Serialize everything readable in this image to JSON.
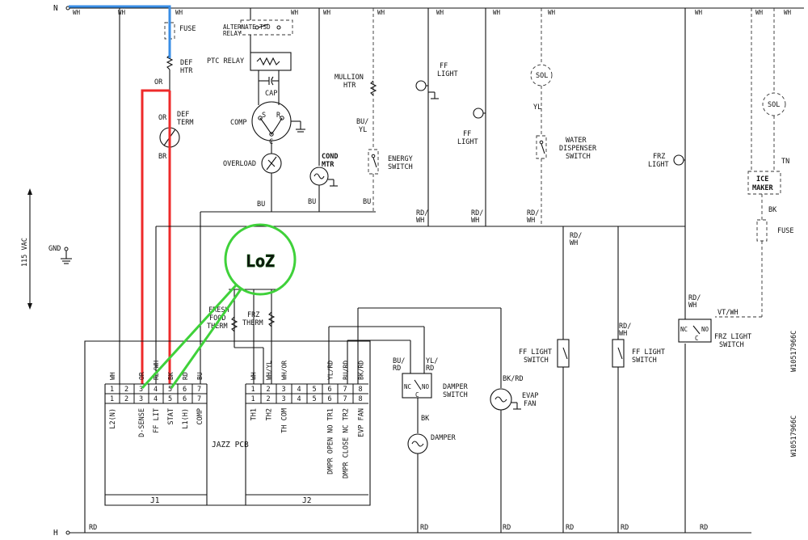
{
  "power": {
    "line_label": "N",
    "neutral_label": "H",
    "voltage_label": "115 VAC",
    "ground_label": "GND"
  },
  "top_wire_labels": [
    "WH",
    "WH",
    "WH",
    "WH",
    "WH",
    "WH",
    "WH",
    "WH",
    "WH",
    "WH",
    "WH",
    "WH"
  ],
  "components": {
    "fuse": "FUSE",
    "alt_tsd_relay": [
      "ALTERNATE TSD",
      "RELAY"
    ],
    "def_htr": [
      "DEF",
      "HTR"
    ],
    "ptc_relay": "PTC RELAY",
    "cap": "CAP",
    "comp": "COMP",
    "comp_terminals": [
      "S",
      "R",
      "C"
    ],
    "overload": "OVERLOAD",
    "def_term": [
      "DEF",
      "TERM"
    ],
    "cond_mtr": [
      "COND",
      "MTR"
    ],
    "mullion_htr": [
      "MULLION",
      "HTR"
    ],
    "energy_switch": [
      "ENERGY",
      "SWITCH"
    ],
    "ff_light_1": [
      "FF",
      "LIGHT"
    ],
    "ff_light_2": [
      "FF",
      "LIGHT"
    ],
    "sol_1": "SOL",
    "water_dispenser_switch": [
      "WATER",
      "DISPENSER",
      "SWITCH"
    ],
    "frz_light": [
      "FRZ",
      "LIGHT"
    ],
    "sol_2": "SOL",
    "ice_maker": [
      "ICE",
      "MAKER"
    ],
    "ice_fuse": "FUSE",
    "fresh_food_therm": [
      "FRESH",
      "FOOD",
      "THERM"
    ],
    "frz_therm": [
      "FRZ",
      "THERM"
    ],
    "damper_switch": [
      "DAMPER",
      "SWITCH"
    ],
    "damper": "DAMPER",
    "evap_fan": [
      "EVAP",
      "FAN"
    ],
    "ff_light_switch_1": [
      "FF LIGHT",
      "SWITCH"
    ],
    "ff_light_switch_2": [
      "FF LIGHT",
      "SWITCH"
    ],
    "frz_light_switch": [
      "FRZ LIGHT",
      "SWITCH"
    ],
    "switch_contacts": [
      "NC",
      "NO",
      "C"
    ]
  },
  "wire_colors": {
    "or_top": "OR",
    "or_def": "OR",
    "br": "BR",
    "bu_yl": [
      "BU/",
      "YL"
    ],
    "yl": "YL",
    "bu_1": "BU",
    "bu_2": "BU",
    "bu_3": "BU",
    "rd_wh": [
      "RD/",
      "WH"
    ],
    "bk": "BK",
    "tn": "TN",
    "vt_wh": "VT/WH",
    "bu_rd": [
      "BU/",
      "RD"
    ],
    "yl_rd": [
      "YL/",
      "RD"
    ],
    "bk_rd": "BK/RD",
    "bk_damper": "BK",
    "rd": "RD"
  },
  "pcb": {
    "name": "JAZZ PCB",
    "j1": {
      "label": "J1",
      "pins": [
        "1",
        "2",
        "3",
        "4",
        "5",
        "6",
        "7"
      ],
      "wire_colors": [
        "WH",
        "",
        "OR",
        "RD/WH",
        "BK",
        "RD",
        "BU"
      ],
      "functions": [
        "L2(N)",
        "",
        "D-SENSE",
        "FF LIT",
        "STAT",
        "L1(H)",
        "COMP"
      ]
    },
    "j2": {
      "label": "J2",
      "pins": [
        "1",
        "2",
        "3",
        "4",
        "5",
        "6",
        "7",
        "8"
      ],
      "wire_colors": [
        "WH",
        "WH/YL",
        "WH/OR",
        "",
        "",
        "YL/RD",
        "BU/RD",
        "BK/RD"
      ],
      "functions": [
        "TH1",
        "TH2",
        "TH COM",
        "",
        "",
        "DMPR OPEN NO TR1",
        "DMPR CLOSE NC TR2",
        "EVP FAN"
      ]
    }
  },
  "callout": {
    "text": "LoZ"
  },
  "doc_number": "W10517966C",
  "colors": {
    "wire": "#111111",
    "neutral_highlight": "#3a8ee6",
    "fault_highlight": "#ee2a2a",
    "callout": "#3fd13a"
  }
}
